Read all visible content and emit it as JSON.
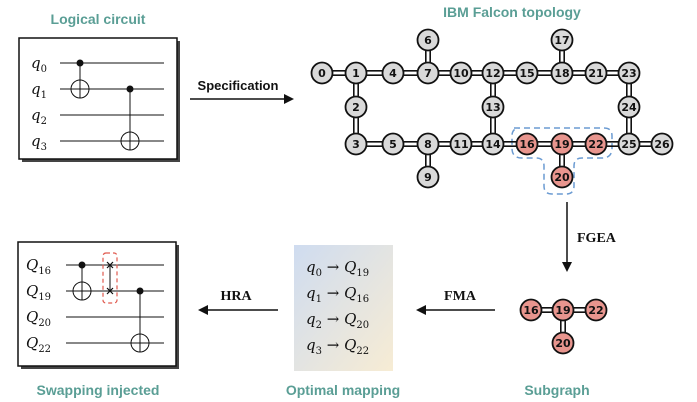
{
  "titles": {
    "logical_circuit": "Logical circuit",
    "topology": "IBM Falcon topology",
    "swapping": "Swapping injected",
    "optimal_mapping": "Optimal mapping",
    "subgraph": "Subgraph"
  },
  "arrows": {
    "specification": "Specification",
    "fgea": "FGEA",
    "fma": "FMA",
    "hra": "HRA"
  },
  "logical_qubits": [
    "0",
    "1",
    "2",
    "3"
  ],
  "physical_qubits": [
    "16",
    "19",
    "20",
    "22"
  ],
  "mapping": [
    {
      "q": "0",
      "Q": "19"
    },
    {
      "q": "1",
      "Q": "16"
    },
    {
      "q": "2",
      "Q": "20"
    },
    {
      "q": "3",
      "Q": "22"
    }
  ],
  "topology_nodes": [
    "0",
    "1",
    "2",
    "3",
    "4",
    "5",
    "6",
    "7",
    "8",
    "9",
    "10",
    "11",
    "12",
    "13",
    "14",
    "15",
    "16",
    "17",
    "18",
    "19",
    "20",
    "21",
    "22",
    "23",
    "24",
    "25",
    "26"
  ],
  "highlighted_nodes": [
    "16",
    "19",
    "20",
    "22"
  ],
  "subgraph_nodes": [
    "16",
    "19",
    "22",
    "20"
  ],
  "colors": {
    "node_gray": "#d9d9d9",
    "node_red": "#e8958e",
    "title_teal": "#5a9e95",
    "highlight_border": "#6b9bd2",
    "swap_border": "#e05a4f"
  }
}
